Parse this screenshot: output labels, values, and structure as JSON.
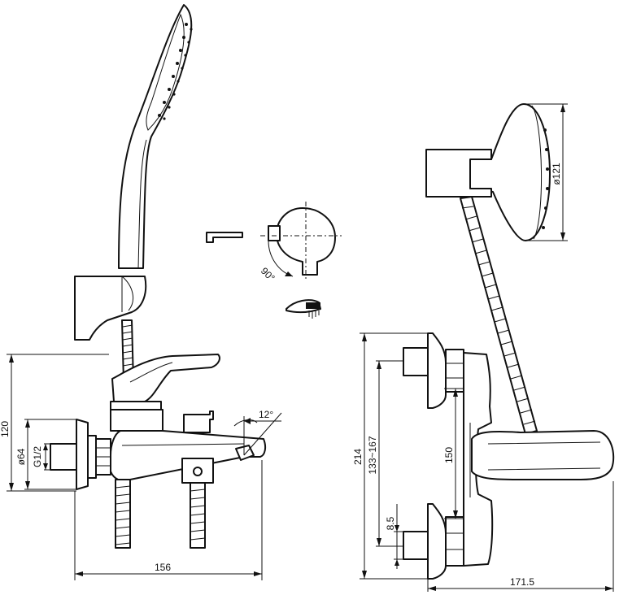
{
  "drawing": {
    "front_view": {
      "height_dim": "120",
      "flange_dim": "ø64",
      "thread_dim": "G1/2",
      "width_dim": "156",
      "angle_dim": "12°"
    },
    "detail_view": {
      "angle_dim": "90°"
    },
    "side_view": {
      "head_dim": "ø121",
      "total_height_dim": "214",
      "range_dim": "133~167",
      "centers_dim": "150",
      "small_dim": "8.5",
      "depth_dim": "171.5"
    }
  }
}
